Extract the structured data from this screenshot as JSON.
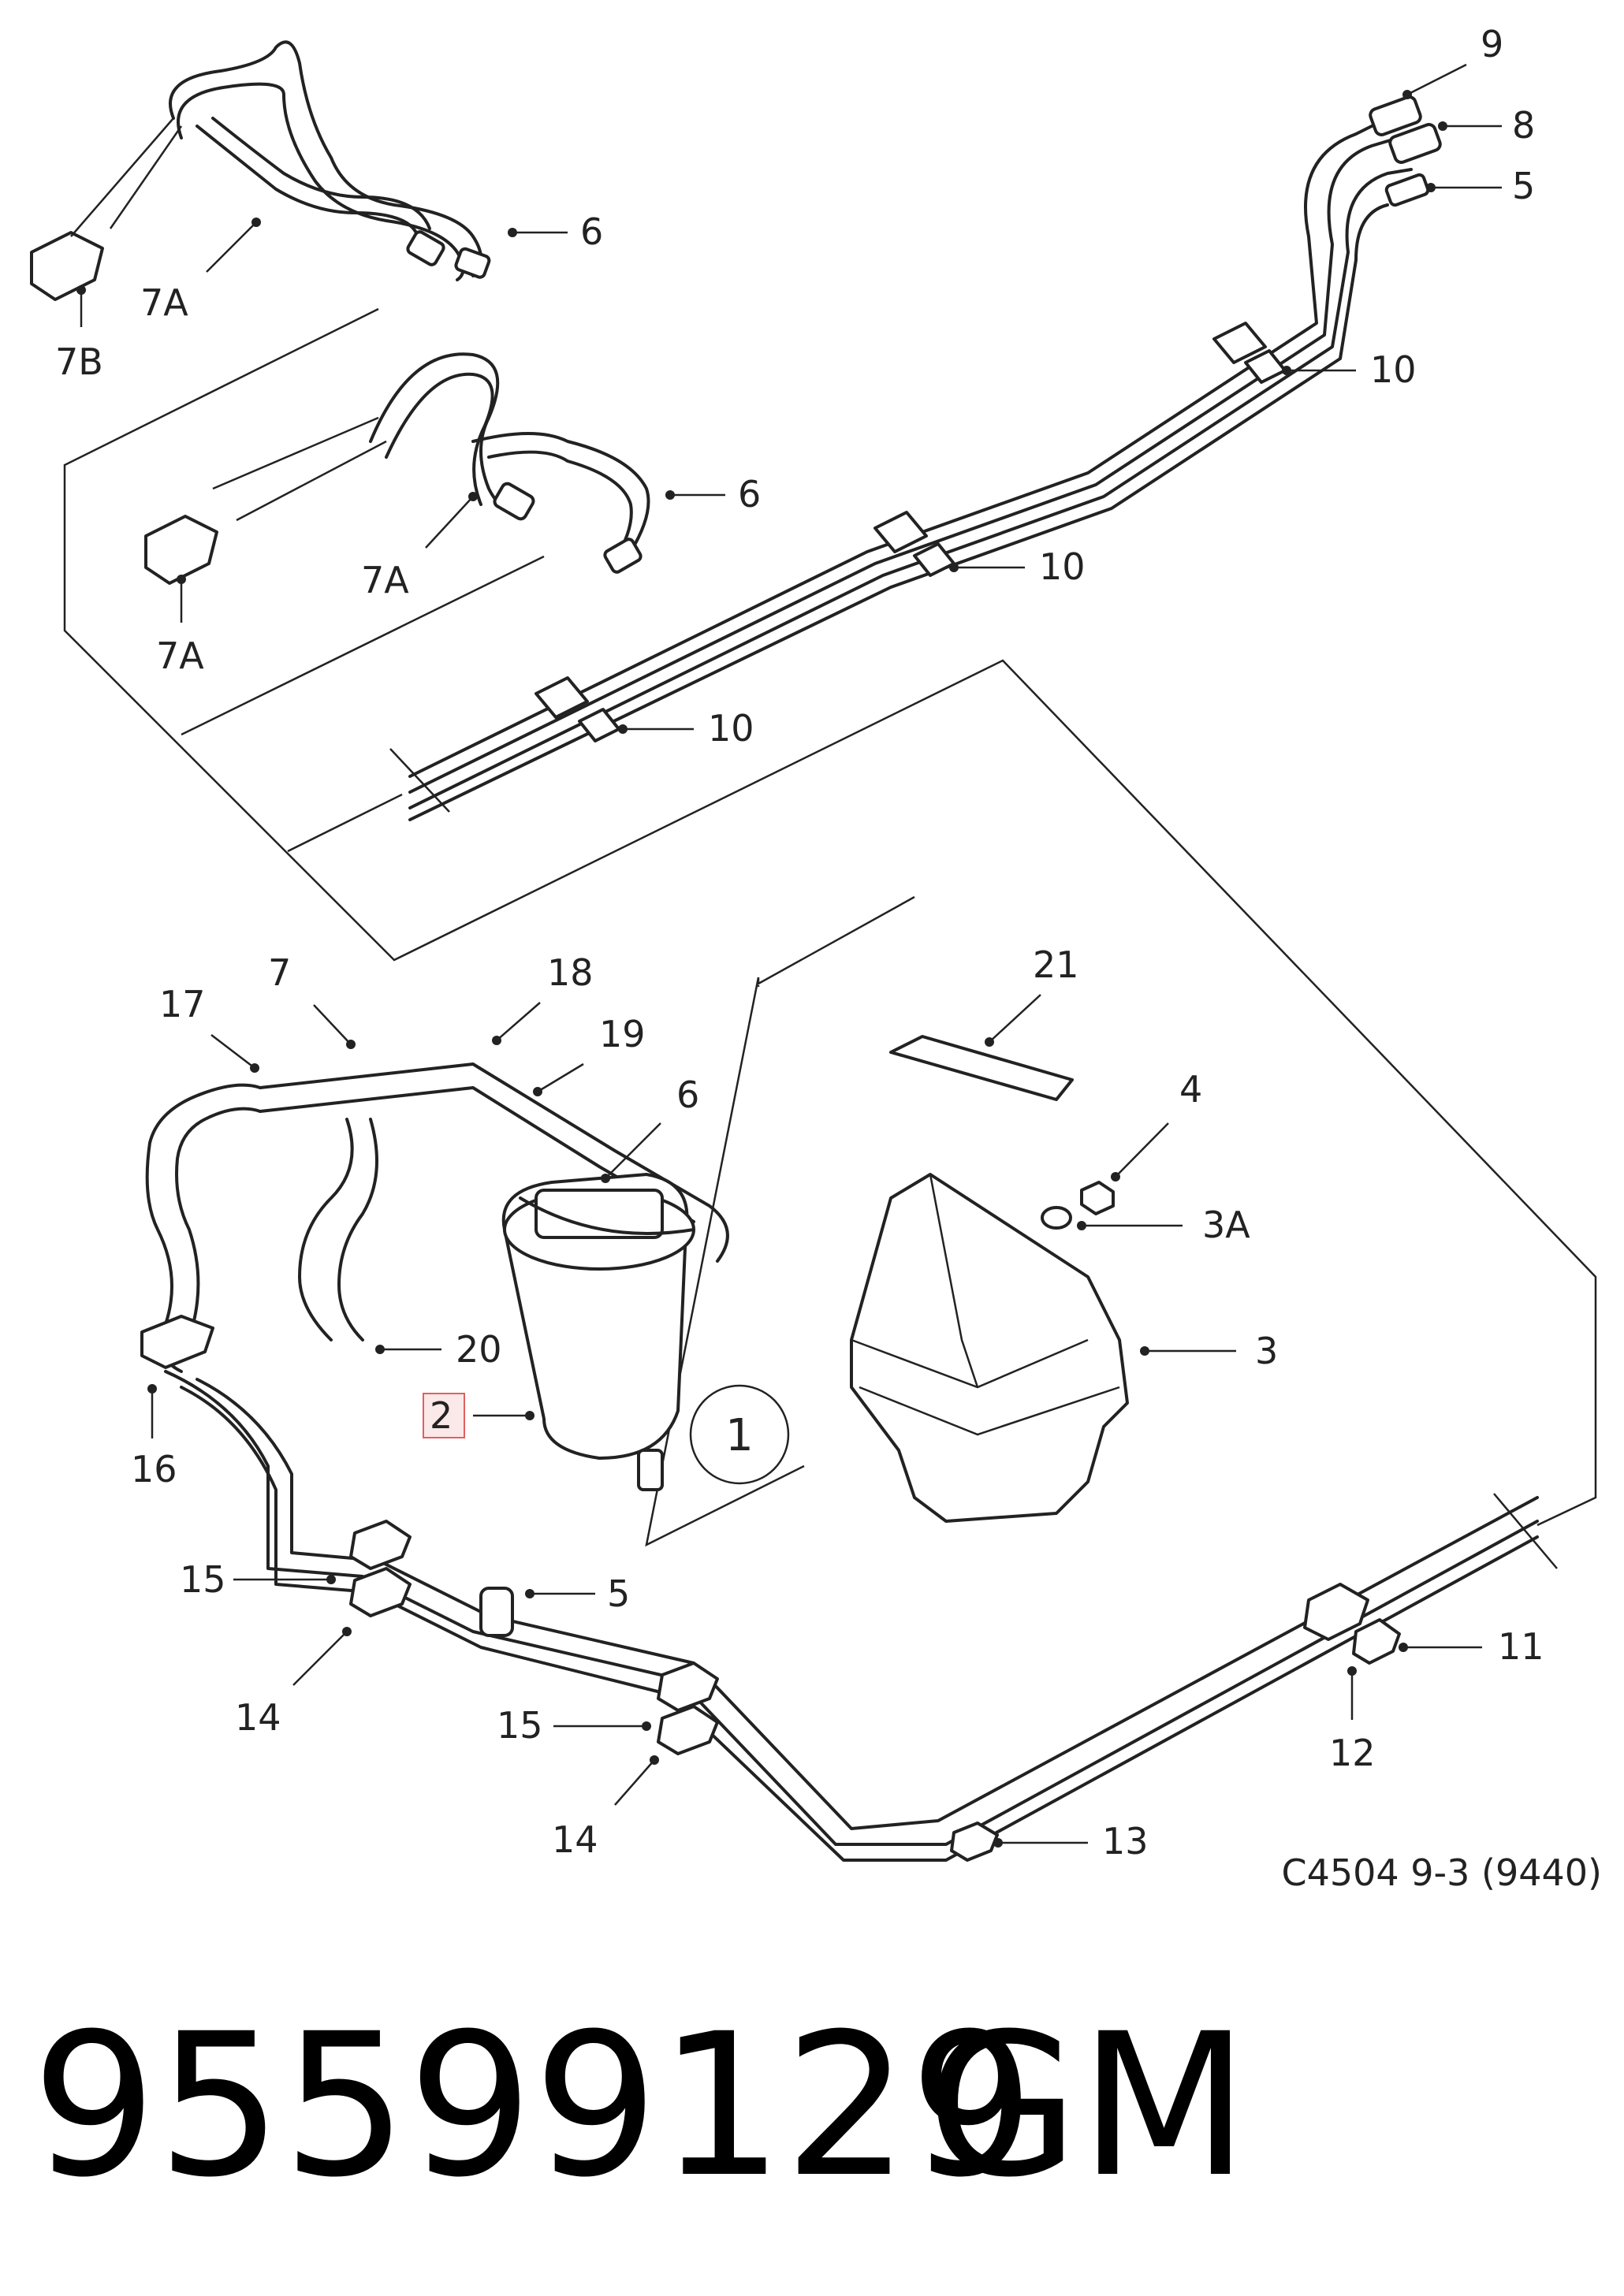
{
  "callouts": {
    "c9": "9",
    "c8": "8",
    "c5_top": "5",
    "c6_top": "6",
    "c6_mid": "6",
    "c7a_top": "7A",
    "c7b": "7B",
    "c7a_mid": "7A",
    "c7a_left": "7A",
    "c10_a": "10",
    "c10_b": "10",
    "c10_c": "10",
    "c7": "7",
    "c17": "17",
    "c18": "18",
    "c19": "19",
    "c6_low": "6",
    "c21": "21",
    "c4": "4",
    "c3a": "3A",
    "c3": "3",
    "c20": "20",
    "c2": "2",
    "c1": "1",
    "c16": "16",
    "c15_a": "15",
    "c5_low": "5",
    "c14_a": "14",
    "c15_b": "15",
    "c14_b": "14",
    "c13": "13",
    "c11": "11",
    "c12": "12"
  },
  "figure_ref": "C4504 9-3 (9440)",
  "part_number": "95599129",
  "brand": "GM",
  "highlight_color": "#e06060"
}
